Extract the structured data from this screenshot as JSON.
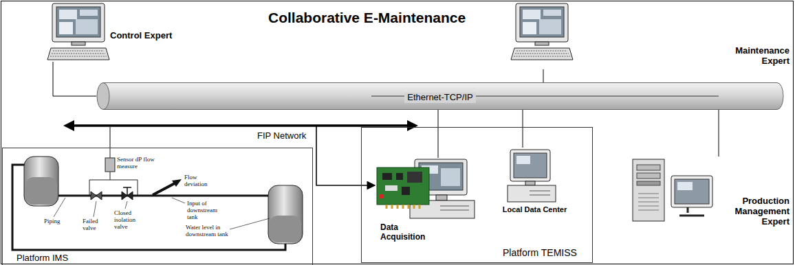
{
  "diagram": {
    "title": "Collaborative E-Maintenance",
    "nodes": [
      {
        "text": [
          "Control Expert"
        ]
      },
      {
        "text": [
          "Maintenance Expert"
        ]
      },
      {
        "text": [
          "Ethernet-TCP/IP"
        ]
      },
      {
        "text": [
          "FIP Network"
        ]
      },
      {
        "text": [
          "Platform IMS"
        ]
      },
      {
        "text": [
          "Platform TEMISS"
        ]
      },
      {
        "text": [
          "Data Acquisition"
        ],
        "in": 5
      },
      {
        "text": [
          "Local Data Center"
        ],
        "in": 5
      },
      {
        "text": [
          "Production Management Expert"
        ]
      }
    ],
    "edges": [
      {
        "from": 0,
        "to": 2,
        "arrow": "none"
      },
      {
        "from": 1,
        "to": 2,
        "arrow": "none"
      },
      {
        "from": 6,
        "to": 2,
        "arrow": "none"
      },
      {
        "from": 7,
        "to": 2,
        "arrow": "none"
      },
      {
        "from": 2,
        "to": 8,
        "arrow": "none"
      },
      {
        "from": 3,
        "to": 6,
        "arrow": "to"
      },
      {
        "from": 4,
        "to": 3,
        "arrow": "none"
      }
    ],
    "labels": [
      "Sensor dP flow measure",
      "Flow deviation",
      "Input of downstream tank",
      "Closed isolation valve",
      "Failed valve",
      "Piping",
      "Water level in downstream tank"
    ]
  }
}
